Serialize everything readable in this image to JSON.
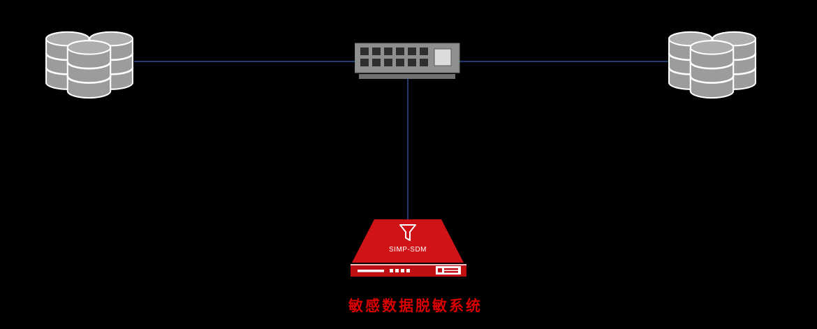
{
  "title": {
    "text": "敏感数据脱敏系统"
  },
  "appliance": {
    "label": "SIMP-SDM",
    "icon": "funnel-icon"
  },
  "nodes": {
    "left_database": {
      "icon": "database-cluster-icon"
    },
    "switch": {
      "icon": "network-switch-icon"
    },
    "right_database": {
      "icon": "database-cluster-icon"
    },
    "sdm_appliance": {
      "icon": "masking-appliance-icon"
    }
  },
  "connections": [
    {
      "from": "left-database",
      "to": "switch"
    },
    {
      "from": "switch",
      "to": "right-database"
    },
    {
      "from": "switch",
      "to": "sdm-appliance"
    }
  ],
  "colors": {
    "background": "#000000",
    "connector_blue": "#1f3c6e",
    "device_gray": "#9c9c9c",
    "device_gray_dark": "#707070",
    "port_dark": "#2f2f2f",
    "appliance_red": "#d01317",
    "panel_red": "#c01013",
    "title_red": "#d80000",
    "icon_white": "#ffffff"
  }
}
